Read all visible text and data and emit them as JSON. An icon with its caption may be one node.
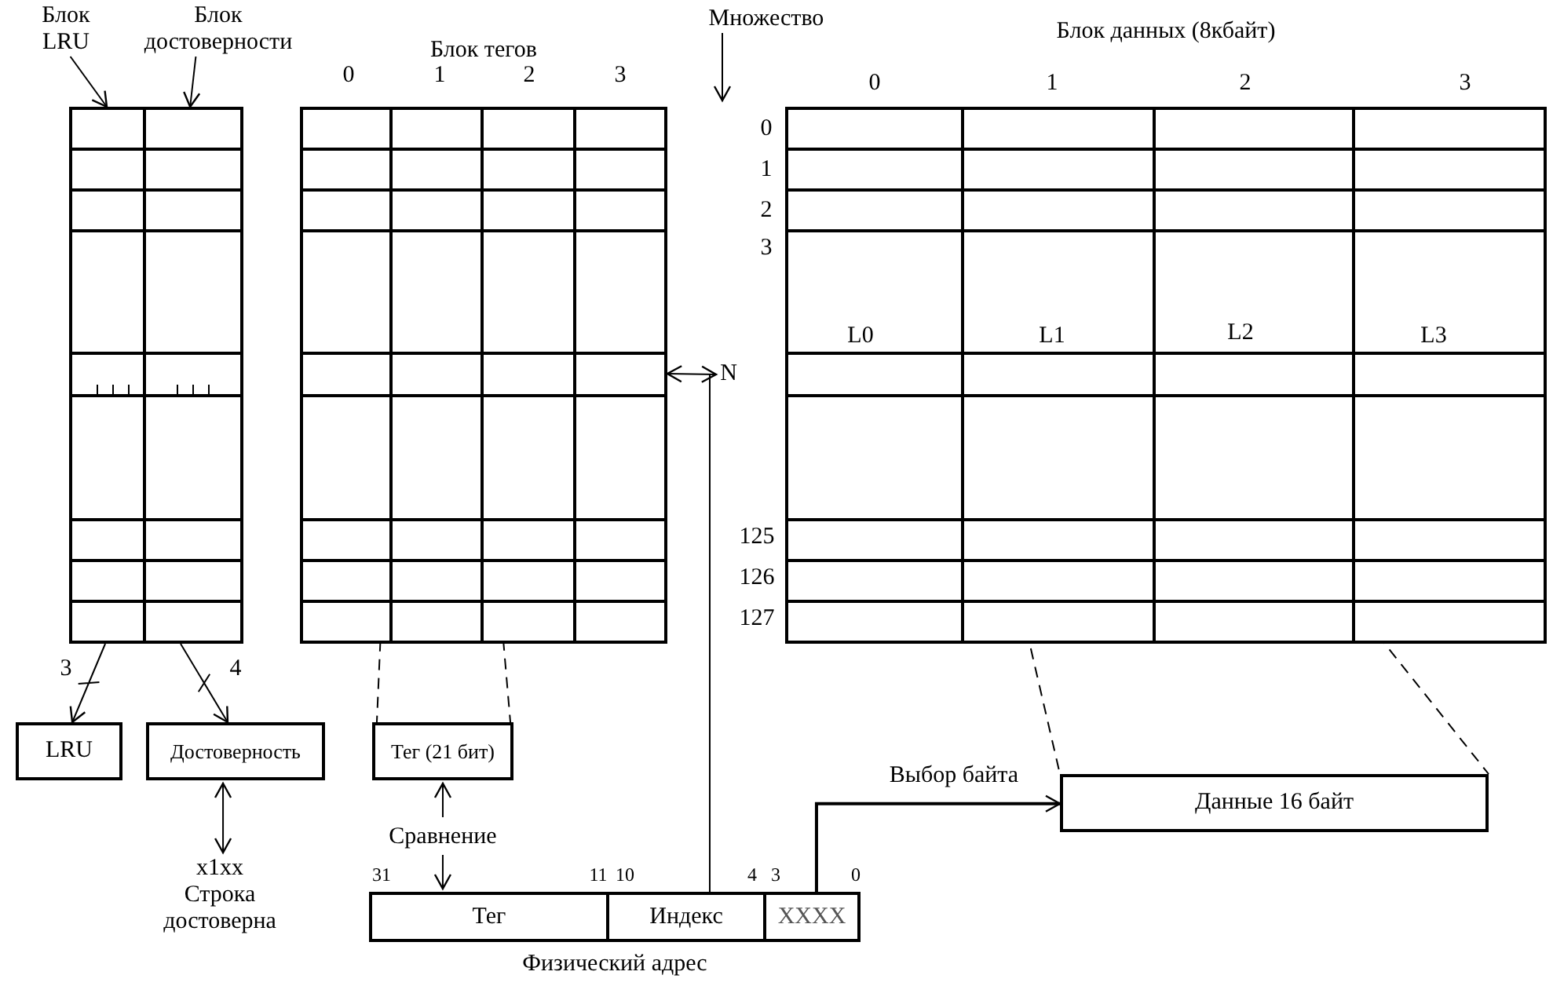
{
  "diagram": {
    "nodes": [
      {
        "text": [
          "Блок LRU"
        ]
      },
      {
        "text": [
          "Блок достоверности"
        ]
      },
      {
        "text": [],
        "shape": "box"
      },
      {
        "text": [],
        "shape": "box"
      },
      {
        "text": [
          "Блок тегов"
        ]
      },
      {
        "text": [
          "Множество"
        ]
      },
      {
        "text": [
          "Блок данных (8кбайт)"
        ]
      },
      {
        "text": [
          "LRU"
        ]
      },
      {
        "text": [
          "Достоверность"
        ]
      },
      {
        "text": [
          "Тег (21 бит)"
        ]
      },
      {
        "text": [
          "x1xx",
          "Строка достоверна"
        ]
      },
      {
        "text": [
          "Физический адрес"
        ]
      },
      {
        "text": [
          "Тег"
        ],
        "in": 11
      },
      {
        "text": [
          "Индекс"
        ],
        "in": 11
      },
      {
        "text": [
          "XXXX"
        ],
        "in": 11
      },
      {
        "text": [
          "Данные 16 байт"
        ]
      },
      {
        "text": [
          "N"
        ]
      }
    ],
    "edges": [
      {
        "from": 0,
        "to": 2,
        "arrow": "to"
      },
      {
        "from": 1,
        "to": 3,
        "arrow": "to"
      },
      {
        "from": 5,
        "to": null,
        "arrow": "to"
      },
      {
        "from": 4,
        "to": 16,
        "arrow": "both"
      },
      {
        "from": 13,
        "to": 16,
        "arrow": "none"
      },
      {
        "from": 4,
        "to": 9,
        "arrow": "none",
        "style": "dashed"
      },
      {
        "from": 4,
        "to": 9,
        "arrow": "none",
        "style": "dashed"
      },
      {
        "from": 6,
        "to": 15,
        "arrow": "none",
        "style": "dashed"
      },
      {
        "from": 6,
        "to": 15,
        "arrow": "none",
        "style": "dashed"
      },
      {
        "from": 2,
        "to": 7,
        "arrow": "to"
      },
      {
        "from": 3,
        "to": 8,
        "arrow": "to"
      },
      {
        "from": 8,
        "to": 10,
        "arrow": "both"
      },
      {
        "from": 9,
        "to": 12,
        "arrow": "both",
        "label": "Сравнение"
      },
      {
        "from": 14,
        "to": 15,
        "arrow": "to",
        "label": "Выбор байта"
      }
    ],
    "labels": [
      "0",
      "1",
      "2",
      "3",
      "0",
      "1",
      "2",
      "3",
      "0",
      "1",
      "2",
      "3",
      "L0",
      "L1",
      "L2",
      "L3",
      "125",
      "126",
      "127",
      "3",
      "4",
      "31",
      "11",
      "10",
      "4",
      "3",
      "0"
    ]
  }
}
